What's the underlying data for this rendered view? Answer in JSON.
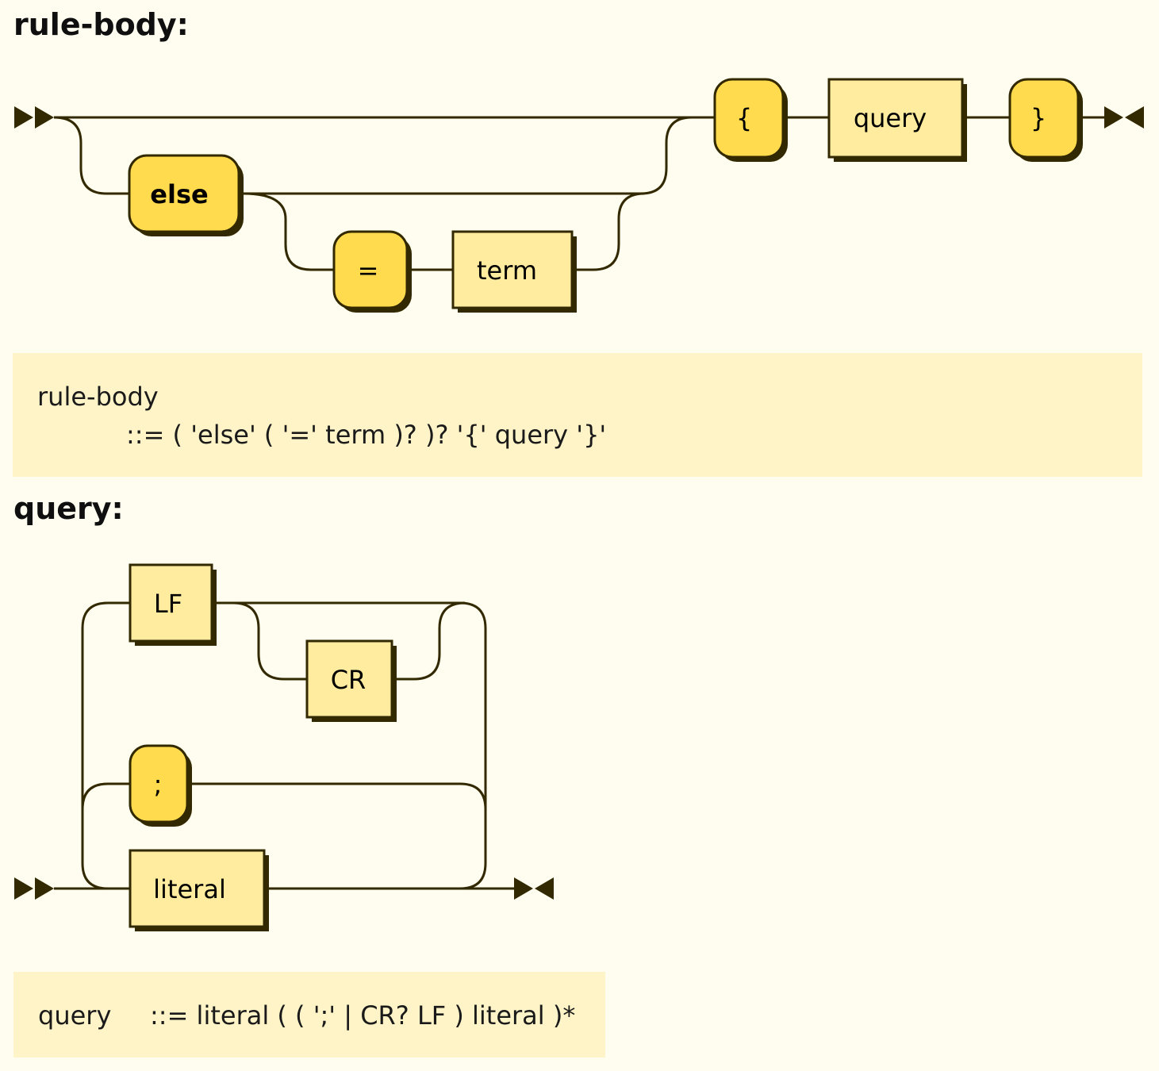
{
  "rules": [
    {
      "name_heading": "rule-body:",
      "ebnf_name": "rule-body",
      "ebnf_definition": "::= ( 'else' ( '=' term )? )? '{' query '}'",
      "nodes": {
        "else": "else",
        "equals": "=",
        "term": "term",
        "lbrace": "{",
        "query": "query",
        "rbrace": "}"
      }
    },
    {
      "name_heading": "query:",
      "ebnf_name": "query",
      "ebnf_definition": "::= literal ( ( ';' | CR? LF ) literal )*",
      "nodes": {
        "lf": "LF",
        "cr": "CR",
        "semicolon": ";",
        "literal": "literal"
      }
    }
  ],
  "colors": {
    "background": "#FFFDEF",
    "terminal_fill": "#FFDB4D",
    "nonterminal_fill": "#FFEC9E",
    "line": "#332900",
    "ebnf_box": "#FFF4C7"
  }
}
